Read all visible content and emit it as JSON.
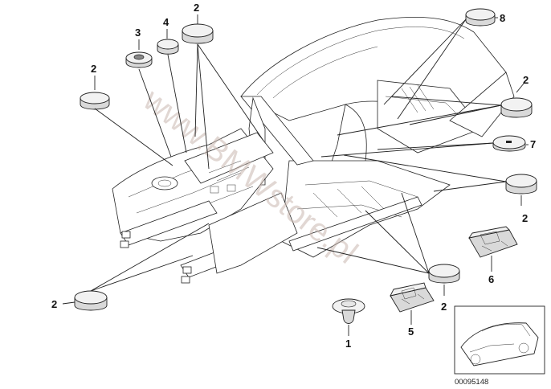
{
  "callouts": {
    "n1": "1",
    "n2a": "2",
    "n2b": "2",
    "n2c": "2",
    "n2d": "2",
    "n2e": "2",
    "n2f": "2",
    "n3": "3",
    "n4": "4",
    "n5": "5",
    "n6": "6",
    "n7": "7",
    "n8": "8"
  },
  "watermark": "www.BMWstore.pl",
  "diagram_code": "00095148"
}
